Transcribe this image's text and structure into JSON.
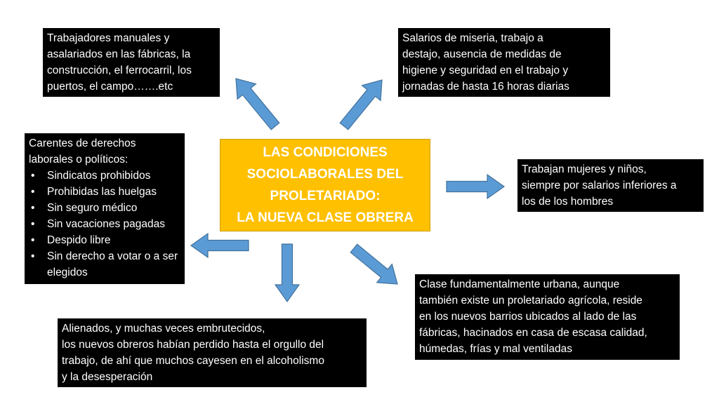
{
  "colors": {
    "center_fill": "#FFC000",
    "center_text": "#FFFFFF",
    "box_fill": "#000000",
    "box_text": "#FFFFFF",
    "arrow_fill": "#5B9BD5",
    "arrow_stroke": "#41719C"
  },
  "center": {
    "lines": [
      "LAS CONDICIONES",
      "SOCIOLABORALES DEL",
      "PROLETARIADO:",
      "LA NUEVA CLASE OBRERA"
    ]
  },
  "boxes": {
    "workers": {
      "lines": [
        "Trabajadores manuales y",
        "asalariados en las fábricas, la",
        "construcción, el ferrocarril, los",
        "puertos, el campo…….etc"
      ]
    },
    "wages": {
      "lines": [
        "Salarios de miseria, trabajo a",
        "destajo, ausencia de medidas de",
        "higiene y seguridad en el trabajo y",
        "jornadas de hasta 16 horas diarias"
      ]
    },
    "rights": {
      "intro": [
        "Carentes de derechos",
        "laborales o políticos:"
      ],
      "bullets": [
        "Sindicatos prohibidos",
        "Prohibidas las huelgas",
        "Sin seguro médico",
        "Sin vacaciones pagadas",
        "Despido libre",
        "Sin derecho a votar o a ser elegidos"
      ]
    },
    "women": {
      "lines": [
        "Trabajan mujeres y niños,",
        "siempre por salarios inferiores a",
        "los de los hombres"
      ]
    },
    "urban": {
      "lines": [
        "Clase fundamentalmente urbana, aunque",
        "también existe un proletariado agrícola, reside",
        "en los nuevos barrios ubicados al lado de las",
        "fábricas, hacinados en casa de escasa calidad,",
        "húmedas, frías y mal ventiladas"
      ]
    },
    "alienated": {
      "lines": [
        "Alienados, y muchas veces embrutecidos,",
        "los nuevos obreros habían perdido hasta el orgullo del",
        "trabajo, de ahí que muchos cayesen en el alcoholismo",
        "y la desesperación"
      ]
    }
  }
}
